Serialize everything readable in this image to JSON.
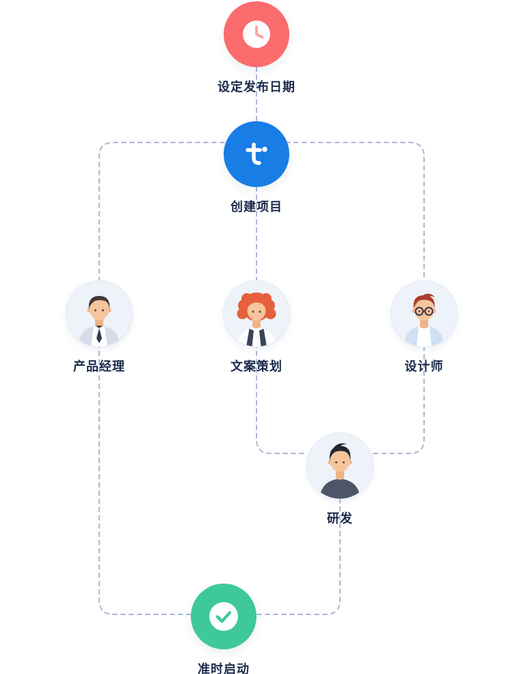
{
  "flow": {
    "background": "#ffffff",
    "connector_color": "#a9b6d3",
    "label_color": "#1b2a4a",
    "avatar_bg": "#eef2f9",
    "nodes": {
      "set_date": {
        "label": "设定发布日期",
        "icon": "clock-icon",
        "color": "#fb6c6e"
      },
      "create_project": {
        "label": "创建项目",
        "icon": "teambition-logo",
        "color": "#187de5"
      },
      "product_manager": {
        "label": "产品经理",
        "icon": "avatar-product-manager"
      },
      "copywriter": {
        "label": "文案策划",
        "icon": "avatar-copywriter"
      },
      "designer": {
        "label": "设计师",
        "icon": "avatar-designer"
      },
      "developer": {
        "label": "研发",
        "icon": "avatar-developer"
      },
      "launch": {
        "label": "准时启动",
        "icon": "check-icon",
        "color": "#3fc89b"
      }
    }
  }
}
